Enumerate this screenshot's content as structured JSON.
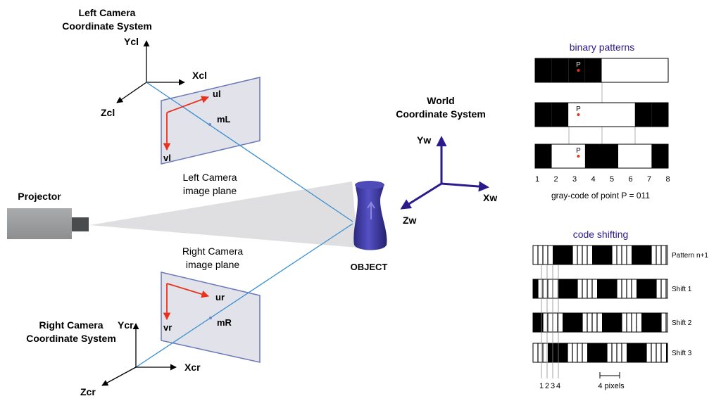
{
  "left_camera": {
    "title_line1": "Left Camera",
    "title_line2": "Coordinate System",
    "axis_y": "Ycl",
    "axis_x": "Xcl",
    "axis_z": "Zcl",
    "u_label": "ul",
    "v_label": "vl",
    "m_label": "mL",
    "plane_line1": "Left Camera",
    "plane_line2": "image plane"
  },
  "right_camera": {
    "title_line1": "Right Camera",
    "title_line2": "Coordinate System",
    "axis_y": "Ycr",
    "axis_x": "Xcr",
    "axis_z": "Zcr",
    "u_label": "ur",
    "v_label": "vr",
    "m_label": "mR",
    "plane_line1": "Right Camera",
    "plane_line2": "image plane"
  },
  "projector_label": "Projector",
  "object_label": "OBJECT",
  "world": {
    "title_line1": "World",
    "title_line2": "Coordinate System",
    "axis_y": "Yw",
    "axis_x": "Xw",
    "axis_z": "Zw"
  },
  "binary": {
    "title": "binary patterns",
    "point_label": "P",
    "numbers": [
      "1",
      "2",
      "3",
      "4",
      "5",
      "6",
      "7",
      "8"
    ],
    "caption": "gray-code of point P = 011"
  },
  "shifting": {
    "title": "code shifting",
    "rows": [
      "Pattern n+1",
      "Shift 1",
      "Shift 2",
      "Shift 3"
    ],
    "numbers": [
      "1",
      "2",
      "3",
      "4"
    ],
    "pixels_label": "4 pixels"
  },
  "colors": {
    "ray": "#3a8fd0",
    "axis_red": "#e8321e",
    "world_axis": "#2a1a8c",
    "title_blue": "#2a1a8c",
    "plane_fill": "#e2e3ea",
    "plane_edge": "#6b78b8",
    "object": "#3d3a9e",
    "projector": "#9a9c9e"
  }
}
